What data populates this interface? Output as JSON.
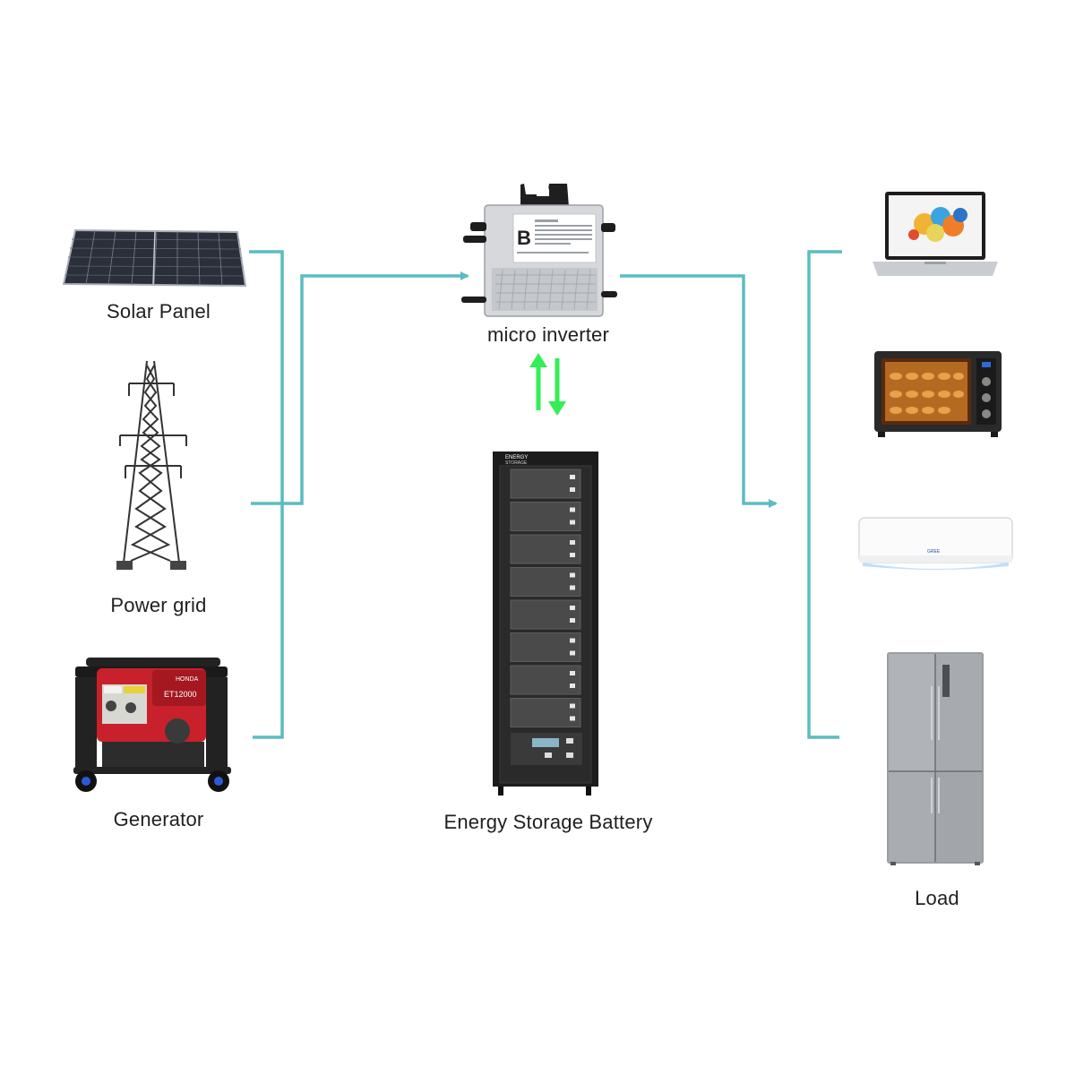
{
  "sources": {
    "solar_panel": "Solar Panel",
    "power_grid": "Power grid",
    "generator": "Generator"
  },
  "center": {
    "micro_inverter": "micro inverter",
    "battery": "Energy Storage Battery",
    "battery_brand_line1": "ENERGY",
    "battery_brand_line2": "STORAGE",
    "inverter_logo": "B",
    "battery_module_count": 8
  },
  "loads": {
    "label": "Load",
    "items": [
      "laptop-icon",
      "oven-icon",
      "air-conditioner-icon",
      "refrigerator-icon"
    ]
  },
  "generator_decals": {
    "brand": "HONDA",
    "model": "ET12000"
  },
  "ac_brand": "GREE",
  "colors": {
    "connector": "#5bbcc1",
    "bidirectional_arrow": "#33ee55",
    "background": "#ffffff"
  }
}
